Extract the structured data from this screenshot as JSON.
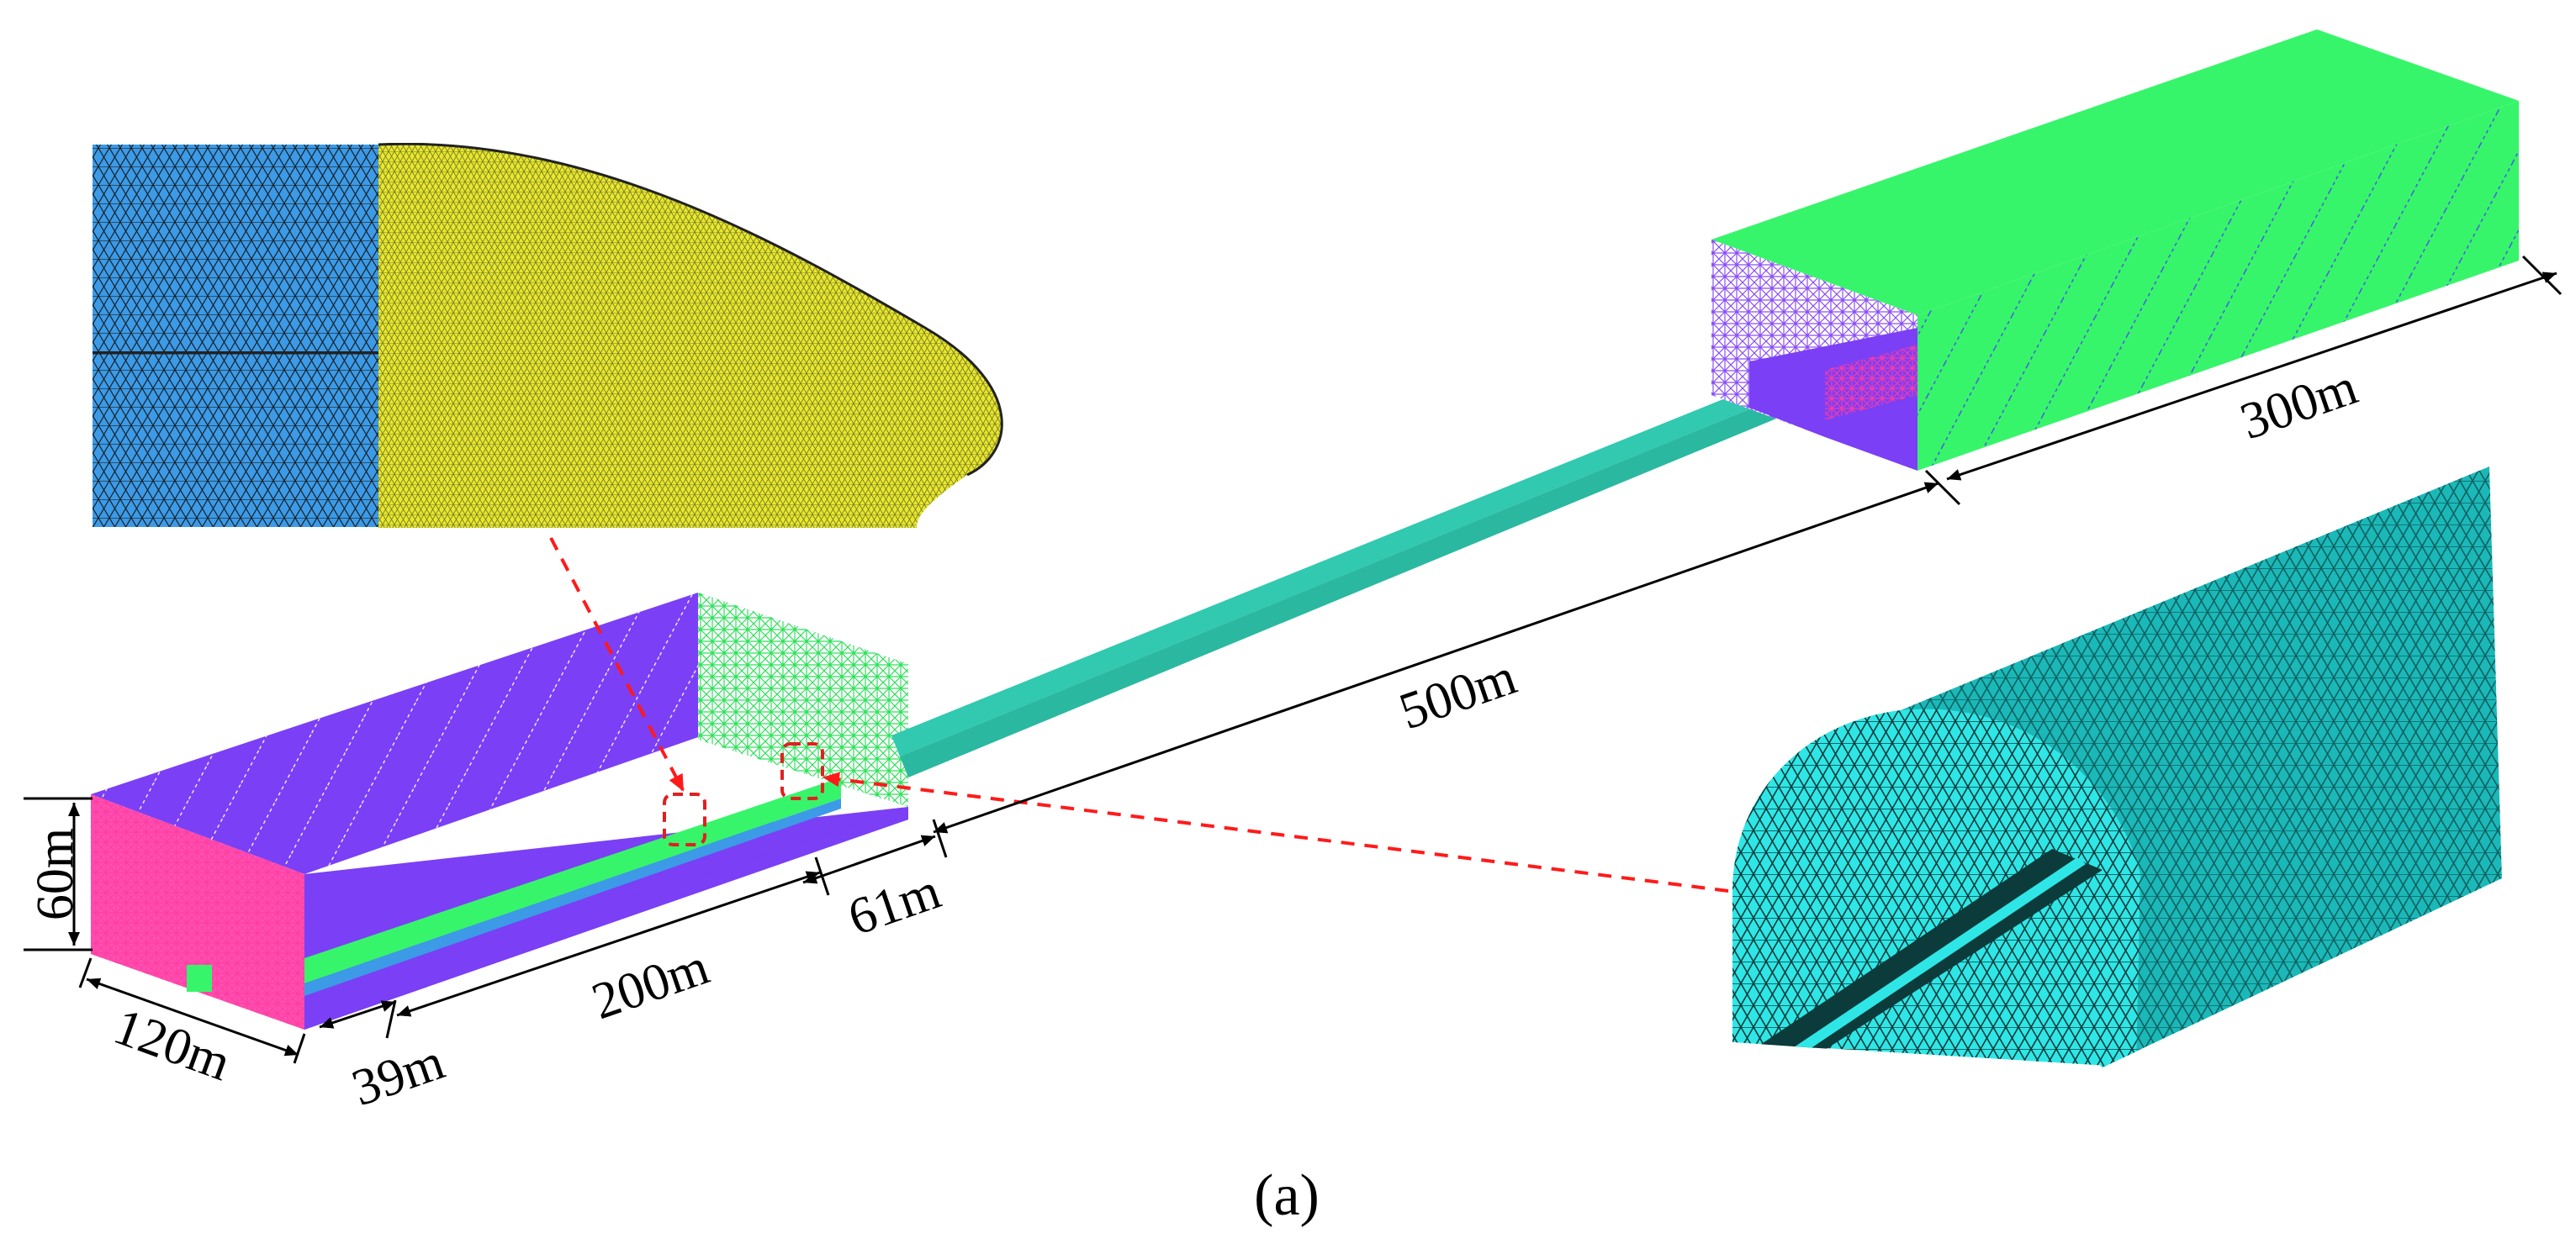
{
  "figure": {
    "caption": "(a)",
    "dimensions": {
      "height_left": "60m",
      "width_left": "120m",
      "offset_39": "39m",
      "length_200": "200m",
      "offset_61": "61m",
      "tunnel_500": "500m",
      "right_domain_300": "300m"
    },
    "colors": {
      "domain_violet": "#7b3ff5",
      "domain_green": "#37f56a",
      "tunnel_teal": "#31c9b0",
      "train_yellow": "#e8e82e",
      "train_blue": "#3c9ae6",
      "tunnel_cyan": "#2fe6e6",
      "callout_red": "#ff1a1a"
    }
  }
}
